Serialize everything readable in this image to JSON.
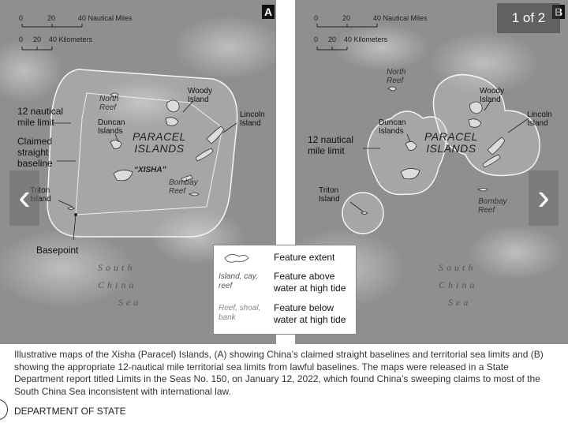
{
  "panel_a": {
    "letter": "A",
    "scale_nm": {
      "ticks": [
        "0",
        "20",
        "40 Nautical Miles"
      ]
    },
    "scale_km": {
      "ticks": [
        "0",
        "20",
        "40 Kilometers"
      ]
    },
    "labels": {
      "north_reef": "North\nReef",
      "woody_island": "Woody\nIsland",
      "lincoln_island": "Lincoln\nIsland",
      "duncan_islands": "Duncan\nIslands",
      "paracel_islands": "PARACEL\nISLANDS",
      "xisha": "“XISHA”",
      "bombay_reef": "Bombay\nReef",
      "triton_island": "Triton\nIsland",
      "twelve_nm": "12 nautical\nmile limit",
      "claimed_baseline": "Claimed\nstraight\nbaseline",
      "basepoint": "Basepoint"
    },
    "sea": [
      "South",
      "China",
      "Sea"
    ]
  },
  "panel_b": {
    "letter": "B",
    "scale_nm": {
      "ticks": [
        "0",
        "20",
        "40 Nautical Miles"
      ]
    },
    "scale_km": {
      "ticks": [
        "0",
        "20",
        "40 Kilometers"
      ]
    },
    "labels": {
      "north_reef": "North\nReef",
      "woody_island": "Woody\nIsland",
      "lincoln_island": "Lincoln\nIsland",
      "duncan_islands": "Duncan\nIslands",
      "paracel_islands": "PARACEL\nISLANDS",
      "bombay_reef": "Bombay\nReef",
      "triton_island": "Triton\nIsland",
      "twelve_nm": "12 nautical\nmile limit"
    },
    "sea": [
      "South",
      "China",
      "Sea"
    ]
  },
  "gallery": {
    "counter": "1 of 2",
    "prev_icon": "chevron-left-icon",
    "next_icon": "chevron-right-icon"
  },
  "legend": {
    "feature_extent": "Feature extent",
    "island_key": "Island, cay,\nreef",
    "island_value": "Feature above\nwater at high tide",
    "reef_key": "Reef, shoal,\nbank",
    "reef_value": "Feature below\nwater at high tide"
  },
  "caption": "Illustrative maps of the Xisha (Paracel) Islands, (A) showing China’s claimed straight baselines and territorial sea limits and (B) showing the appropriate 12-nautical mile territorial sea limits from lawful baselines. The maps were released in a State Department report titled Limits in the Seas No. 150, on January 12, 2022, which found China’s sweeping claims to most of the South China Sea inconsistent with international law.",
  "credit": "DEPARTMENT OF STATE",
  "colors": {
    "sea": "#8e8e8e",
    "cloud": "#b9b9b9",
    "limit_line": "#f2f2f2"
  }
}
